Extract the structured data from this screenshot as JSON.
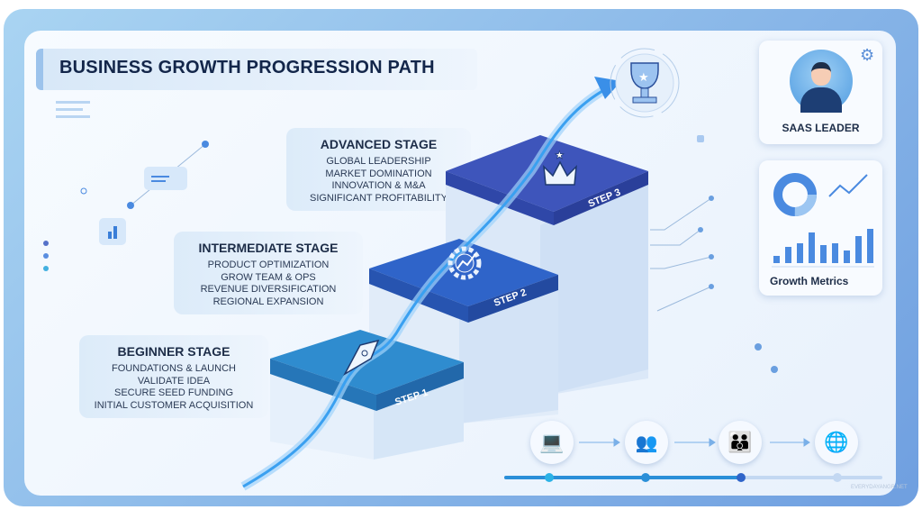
{
  "title": "BUSINESS GROWTH PROGRESSION PATH",
  "stages": [
    {
      "heading": "ADVANCED STAGE",
      "items": [
        "GLOBAL LEADERSHIP",
        "MARKET DOMINATION",
        "INNOVATION & M&A",
        "SIGNIFICANT PROFITABILITY"
      ]
    },
    {
      "heading": "INTERMEDIATE STAGE",
      "items": [
        "PRODUCT OPTIMIZATION",
        "GROW TEAM & OPS",
        "REVENUE DIVERSIFICATION",
        "REGIONAL EXPANSION"
      ]
    },
    {
      "heading": "BEGINNER STAGE",
      "items": [
        "FOUNDATIONS & LAUNCH",
        "VALIDATE IDEA",
        "SECURE SEED FUNDING",
        "INITIAL CUSTOMER ACQUISITION"
      ]
    }
  ],
  "steps": [
    "STEP 1",
    "STEP 2",
    "STEP 3"
  ],
  "step_icons": [
    "rocket-icon",
    "gear-chart-icon",
    "crown-icon"
  ],
  "goal_icon": "trophy-icon",
  "leader_card": {
    "label": "SAAS LEADER",
    "icon": "gear-icon"
  },
  "metrics_card": {
    "label": "Growth Metrics"
  },
  "journey_icons": [
    "laptop-icon",
    "meeting-icon",
    "team-icon",
    "globe-icon"
  ],
  "colors": {
    "step1": "#2e86c9",
    "step2": "#2f63c8",
    "step3": "#3a4fb5",
    "accent": "#4a90e2"
  },
  "watermark": "EVERYDAYANGR.NET"
}
